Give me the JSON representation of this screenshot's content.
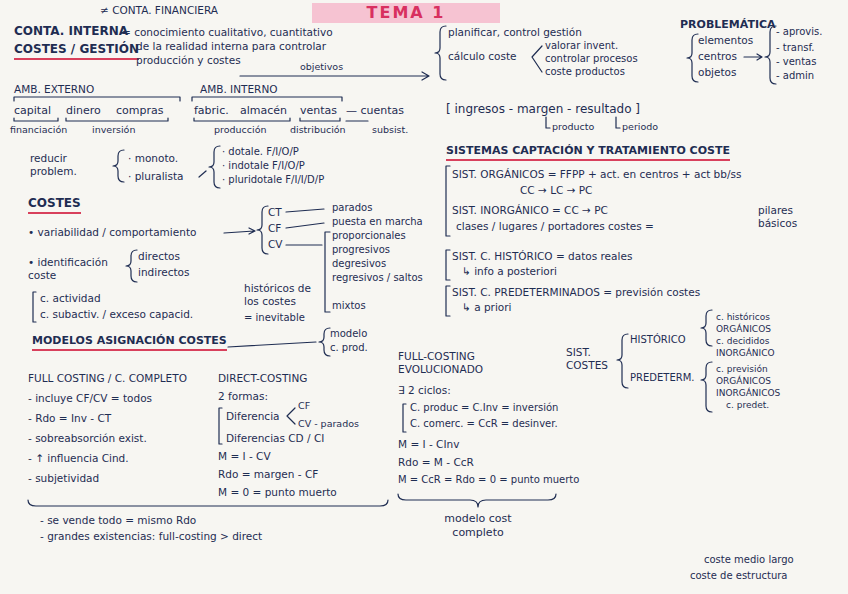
{
  "diagram": {
    "title": "TEMA 1",
    "labels": [
      "≠ CONTA. FINANCIERA",
      "CONTA. INTERNA",
      "COSTES / GESTIÓN",
      "= conocimiento cualitativo, cuantitativo",
      "de la realidad interna para controlar",
      "producción y costes",
      "objetivos",
      "planificar, control gestión",
      "cálculo coste",
      "valorar invent.",
      "controlar procesos",
      "coste productos",
      "PROBLEMÁTICA",
      "elementos",
      "centros",
      "objetos",
      "- aprovis.",
      "- transf.",
      "- ventas",
      "- admin",
      "AMB. EXTERNO",
      "AMB. INTERNO",
      "capital",
      "dinero",
      "compras",
      "fabric.",
      "almacén",
      "ventas",
      "— cuentas",
      "financiación",
      "inversión",
      "producción",
      "distribución",
      "subsist.",
      "[ ingresos - margen - resultado ]",
      "producto",
      "periodo",
      "SISTEMAS CAPTACIÓN Y TRATAMIENTO COSTE",
      "SIST. ORGÁNICOS = FFPP + act. en centros + act bb/ss",
      "CC → LC → PC",
      "SIST. INORGÁNICO = CC → PC",
      "clases / lugares / portadores costes =",
      "pilares básicos",
      "SIST. C. HISTÓRICO = datos reales",
      "↳ info a posteriori",
      "SIST. C. PREDETERMINADOS = previsión costes",
      "↳ a priori",
      "reducir problem.",
      "· monoto.",
      "· pluralista",
      "· dotale. F/I/O/P",
      "· indotale F/I/O/P",
      "· pluridotale F/I/I/D/P",
      "COSTES",
      "• variabilidad / comportamiento",
      "CT",
      "CF",
      "CV",
      "parados",
      "puesta en marcha",
      "proporcionales",
      "progresivos",
      "degresivos",
      "regresivos / saltos",
      "mixtos",
      "• identificación coste",
      "directos",
      "indirectos",
      "históricos de los costes",
      "= inevitable",
      "c. actividad",
      "c. subactiv. / exceso capacid.",
      "MODELOS ASIGNACIÓN COSTES",
      "modelo",
      "c. prod.",
      "FULL COSTING / C. COMPLETO",
      "- incluye CF/CV = todos",
      "- Rdo = Inv - CT",
      "- sobreabsorción exist.",
      "- ↑ influencia Cind.",
      "- subjetividad",
      "- se vende todo = mismo Rdo",
      "- grandes existencias: full-costing > direct",
      "DIRECT-COSTING",
      "2 formas:",
      "Diferencia",
      "CF",
      "CV - parados",
      "Diferencias CD / CI",
      "M = I - CV",
      "Rdo = margen - CF",
      "M = 0 = punto muerto",
      "FULL-COSTING EVOLUCIONADO",
      "∃ 2 ciclos:",
      "C. produc = C.Inv = inversión",
      "C. comerc. = CcR = desinver.",
      "M = I - CInv",
      "Rdo = M - CcR",
      "M = CcR = Rdo = 0 = punto muerto",
      "modelo cost completo",
      "SIST. COSTES",
      "HISTÓRICO",
      "PREDETERM.",
      "c. históricos",
      "ORGÁNICOS",
      "c. decididos",
      "INORGÁNICO",
      "c. previsión",
      "ORGÁNICOS",
      "INORGÁNICOS",
      "c. predet.",
      "coste medio largo",
      "coste de estructura"
    ]
  }
}
